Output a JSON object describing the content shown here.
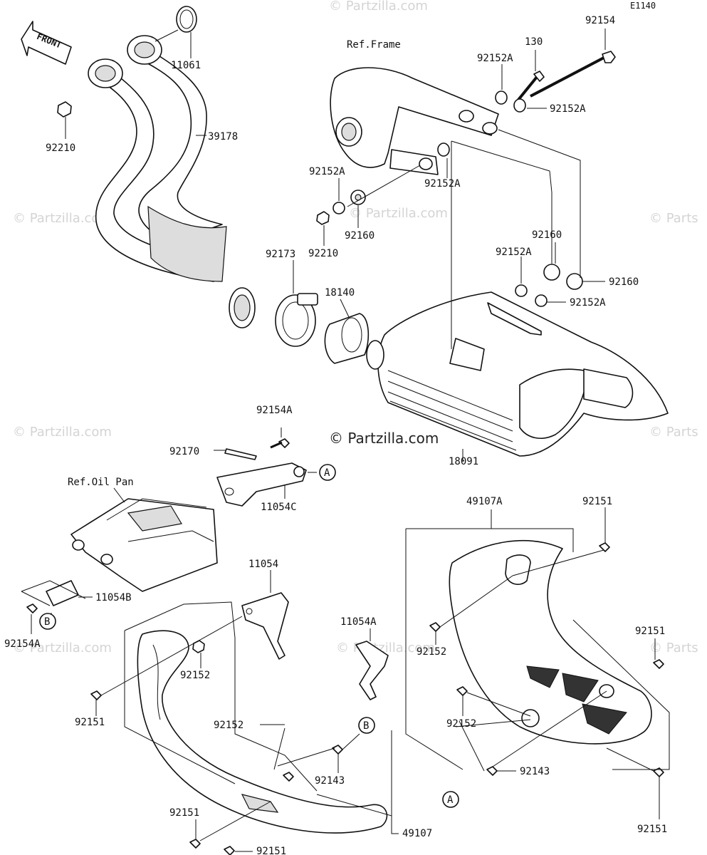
{
  "diagram_code": "E1140",
  "front_label": "FRONT",
  "references": {
    "frame": "Ref.Frame",
    "oil_pan": "Ref.Oil Pan"
  },
  "watermark": {
    "main": "© Partzilla.com",
    "faint": "© Partzilla.com",
    "faint_edge": "© Parts"
  },
  "callouts": {
    "A": "A",
    "B": "B"
  },
  "parts": {
    "p11061": "11061",
    "p39178": "39178",
    "p92210_left": "92210",
    "p92154": "92154",
    "p130": "130",
    "p92152A_a": "92152A",
    "p92152A_b": "92152A",
    "p92152A_c": "92152A",
    "p92152A_d": "92152A",
    "p92210_mid": "92210",
    "p92160_a": "92160",
    "p92160_b": "92160",
    "p92152A_e": "92152A",
    "p92160_c": "92160",
    "p92152A_f": "92152A",
    "p92173": "92173",
    "p18140": "18140",
    "p18091": "18091",
    "p92154A_top": "92154A",
    "p92170": "92170",
    "p11054C": "11054C",
    "p11054B": "11054B",
    "p92154A_bot": "92154A",
    "p11054": "11054",
    "p92152_l": "92152",
    "p92151_l1": "92151",
    "p92152_l2": "92152",
    "p92143_l": "92143",
    "p92151_l2": "92151",
    "p92151_l3": "92151",
    "p49107": "49107",
    "p49107A": "49107A",
    "p92151_r1": "92151",
    "p11054A": "11054A",
    "p92152_r1": "92152",
    "p92151_r2": "92151",
    "p92152_r2": "92152",
    "p92143_r": "92143",
    "p92151_r3": "92151"
  }
}
